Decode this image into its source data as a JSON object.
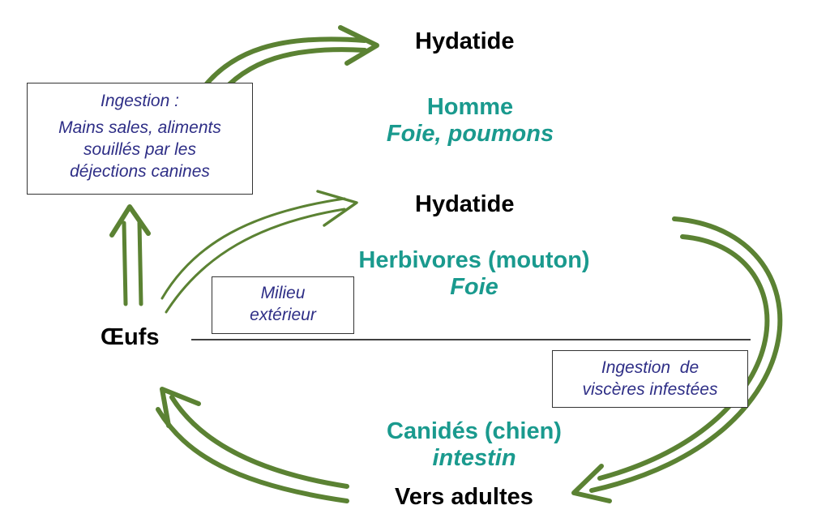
{
  "colors": {
    "arrow": "#5b8233",
    "host": "#1a9a8e",
    "box_text": "#2e2e86",
    "stage": "#000000"
  },
  "stages": {
    "hydatide_human": "Hydatide",
    "hydatide_herbivore": "Hydatide",
    "eggs": "Œufs",
    "adult_worms": "Vers adultes"
  },
  "hosts": {
    "human": {
      "name": "Homme",
      "organ": "Foie, poumons"
    },
    "herbivore": {
      "name": "Herbivores (mouton)",
      "organ": "Foie"
    },
    "canid": {
      "name": "Canidés (chien)",
      "organ": "intestin"
    }
  },
  "boxes": {
    "ingestion_human": {
      "lines": [
        "Ingestion :",
        "Mains sales, aliments",
        "souillés par les",
        "déjections canines"
      ]
    },
    "environment": {
      "lines": [
        "Milieu",
        "extérieur"
      ]
    },
    "ingestion_viscera": {
      "lines": [
        "Ingestion  de",
        "viscères infestées"
      ]
    }
  }
}
